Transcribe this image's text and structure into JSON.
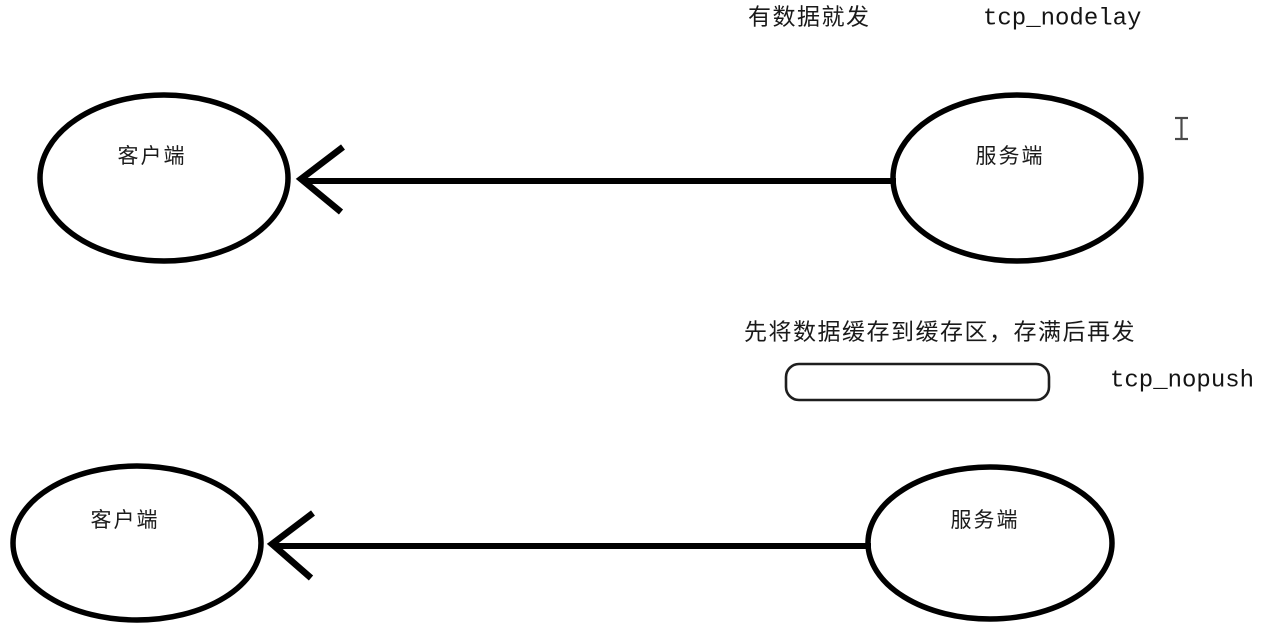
{
  "diagram": {
    "title_absent": true,
    "top_section": {
      "annotation_cn": "有数据就发",
      "annotation_option": "tcp_nodelay",
      "client_label": "客户端",
      "server_label": "服务端",
      "arrow_direction": "server-to-client"
    },
    "middle_section": {
      "annotation_cn": "先将数据缓存到缓存区，存满后再发",
      "annotation_option": "tcp_nopush",
      "buffer_name": "buffer-box"
    },
    "bottom_section": {
      "client_label": "客户端",
      "server_label": "服务端",
      "arrow_direction": "server-to-client"
    },
    "cursor": {
      "glyph": "I",
      "name": "text-cursor"
    },
    "colors": {
      "stroke": "#000000",
      "background": "#ffffff",
      "text": "#1a1a1a",
      "buffer_stroke": "#1e1e1e",
      "cursor": "#4a4a4a"
    }
  }
}
